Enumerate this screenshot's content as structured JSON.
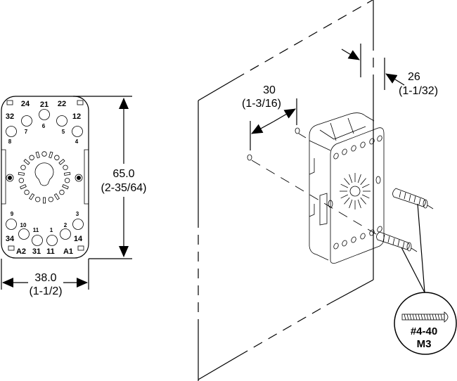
{
  "socket_front_view": {
    "top_terminals": [
      "24",
      "21",
      "22"
    ],
    "left_top_terminal": "32",
    "right_top_terminal": "12",
    "top_pin_numbers": [
      "8",
      "7",
      "6",
      "5",
      "4"
    ],
    "bottom_pin_numbers": [
      "9",
      "10",
      "11",
      "1",
      "2",
      "3"
    ],
    "left_bottom_terminal": "34",
    "right_bottom_terminal": "14",
    "bottom_terminals": [
      "A2",
      "31",
      "11",
      "A1"
    ]
  },
  "dimensions": {
    "height_mm": "65.0",
    "height_in": "(2-35/64)",
    "width_mm": "38.0",
    "width_in": "(1-1/2)",
    "hole_spacing_mm": "30",
    "hole_spacing_in": "(1-3/16)",
    "panel_offset_mm": "26",
    "panel_offset_in": "(1-1/32)"
  },
  "screw_callout": {
    "size_imperial": "#4-40",
    "size_metric": "M3"
  },
  "colors": {
    "line": "#000000",
    "background": "#ffffff"
  }
}
